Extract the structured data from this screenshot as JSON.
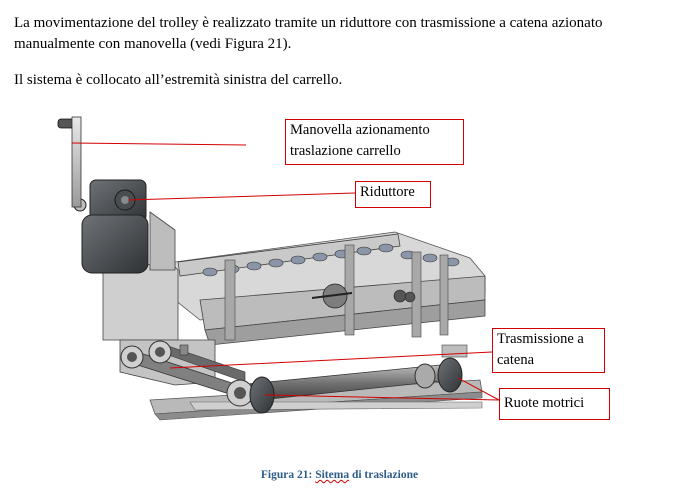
{
  "paragraphs": {
    "p1": "La movimentazione del trolley è realizzato tramite un riduttore con trasmissione a catena azionato manualmente con manovella (vedi Figura 21).",
    "p2": "Il sistema è collocato all’estremità sinistra del carrello."
  },
  "callouts": {
    "crank_line1": "Manovella azionamento",
    "crank_line2": "traslazione carrello",
    "reducer": "Riduttore",
    "chain_line1": "Trasmissione a",
    "chain_line2": "catena",
    "wheels": "Ruote motrici"
  },
  "caption": {
    "prefix": "Figura 21: ",
    "word": "Sitema",
    "suffix": " di traslazione"
  },
  "colors": {
    "callout_border": "#d40000",
    "caption": "#2e5c8a"
  }
}
